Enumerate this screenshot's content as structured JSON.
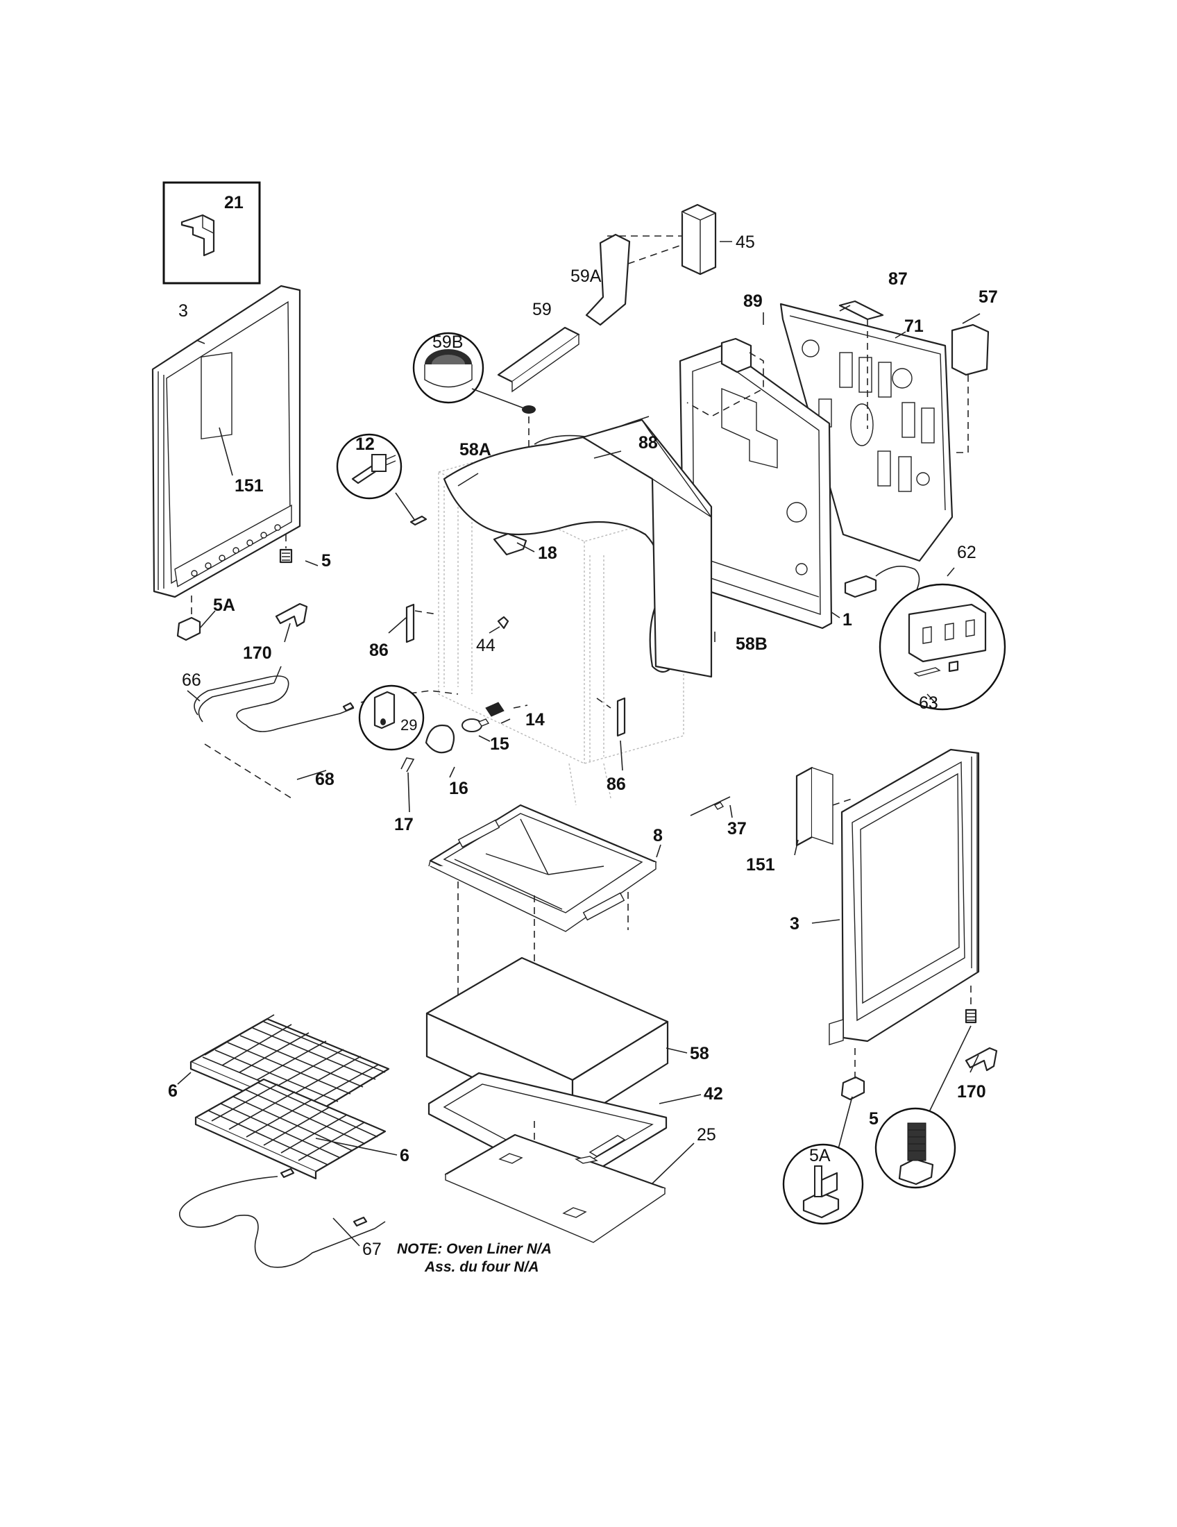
{
  "diagram": {
    "labels": {
      "p21": "21",
      "p45": "45",
      "p59a": "59A",
      "p87": "87",
      "p57": "57",
      "p3_left": "3",
      "p59": "59",
      "p89": "89",
      "p71": "71",
      "p59b": "59B",
      "p12": "12",
      "p58a": "58A",
      "p88": "88",
      "p151_left": "151",
      "p18": "18",
      "p62": "62",
      "p5_left": "5",
      "p5a_left": "5A",
      "p170_left": "170",
      "p86_left": "86",
      "p44": "44",
      "p58b": "58B",
      "p1": "1",
      "p66": "66",
      "p63": "63",
      "p29": "29",
      "p14": "14",
      "p15": "15",
      "p68": "68",
      "p16": "16",
      "p86_right": "86",
      "p17": "17",
      "p37": "37",
      "p8": "8",
      "p151_right": "151",
      "p3_right": "3",
      "p58": "58",
      "p6_top": "6",
      "p42": "42",
      "p170_right": "170",
      "p5_right": "5",
      "p6_bottom": "6",
      "p25": "25",
      "p5a_right": "5A",
      "p67": "67"
    },
    "note_line1": "NOTE: Oven Liner N/A",
    "note_line2": "Ass. du four N/A"
  }
}
